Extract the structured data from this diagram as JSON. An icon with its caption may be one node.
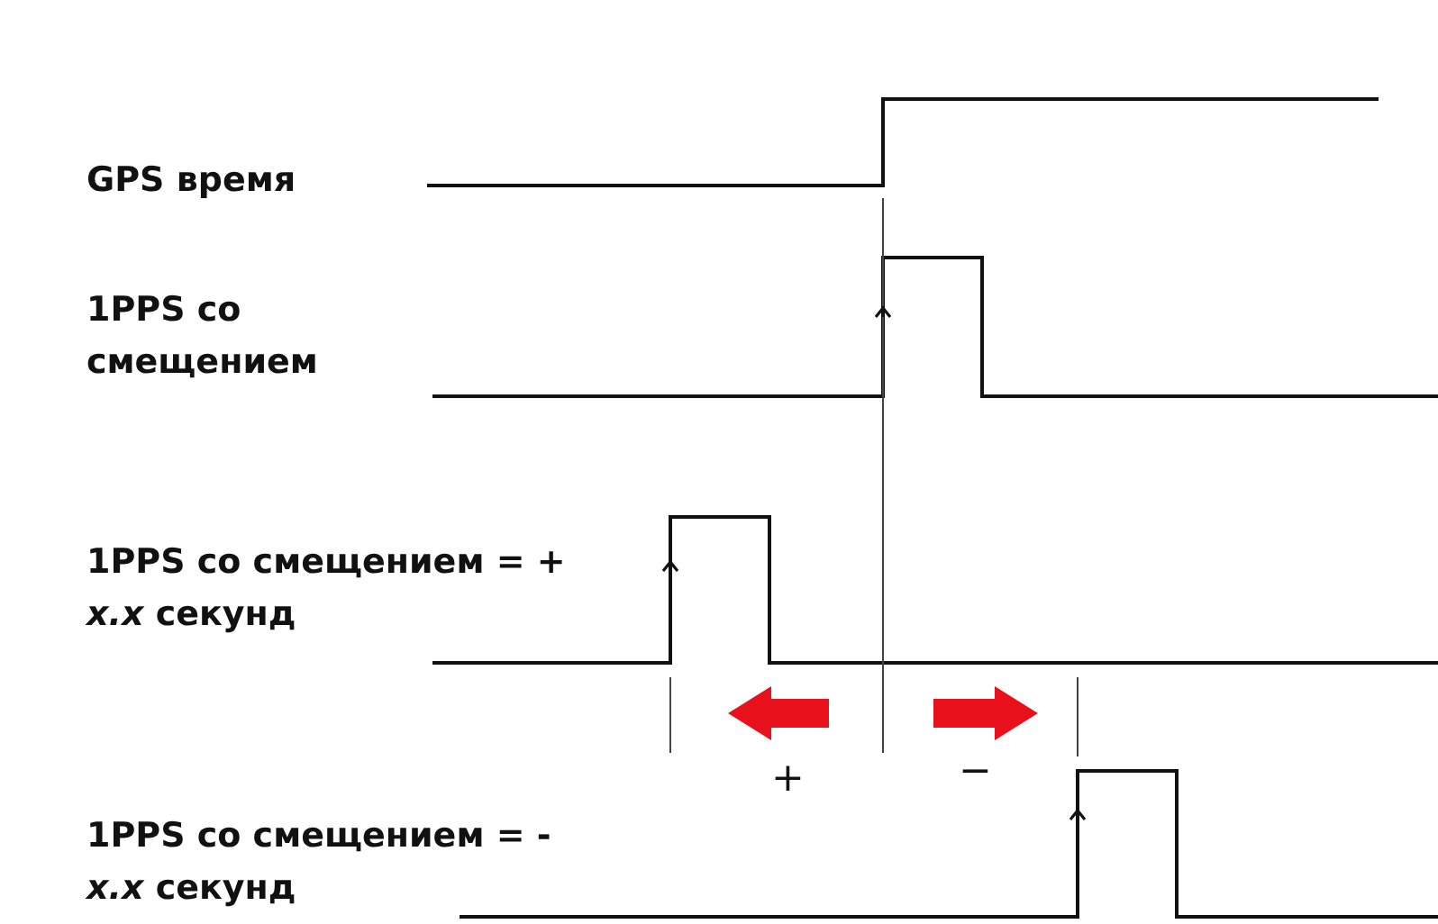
{
  "diagram": {
    "labels": [
      "GPS время",
      "1PPS со смещением",
      "1PPS со смещением = + *x.x* секунд",
      "1PPS со смещением = - *x.x* секунд",
      "+",
      "−"
    ]
  }
}
